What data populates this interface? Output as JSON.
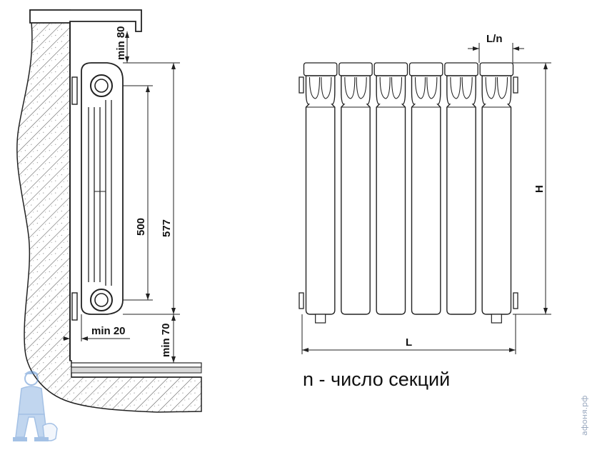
{
  "side_view": {
    "min_top_label": "min 80",
    "axis_distance_label": "500",
    "overall_height_label": "577",
    "min_wall_label": "min 20",
    "min_floor_label": "min 70"
  },
  "front_view": {
    "section_width_label": "L/n",
    "height_label": "H",
    "length_label": "L",
    "section_count": 6
  },
  "legend": {
    "text": "n - число секций"
  },
  "watermark": {
    "text": "афоня.рф"
  },
  "colors": {
    "line": "#222222",
    "fill": "#ffffff",
    "hatch": "#555555",
    "mascot": "#5b8fd0"
  }
}
